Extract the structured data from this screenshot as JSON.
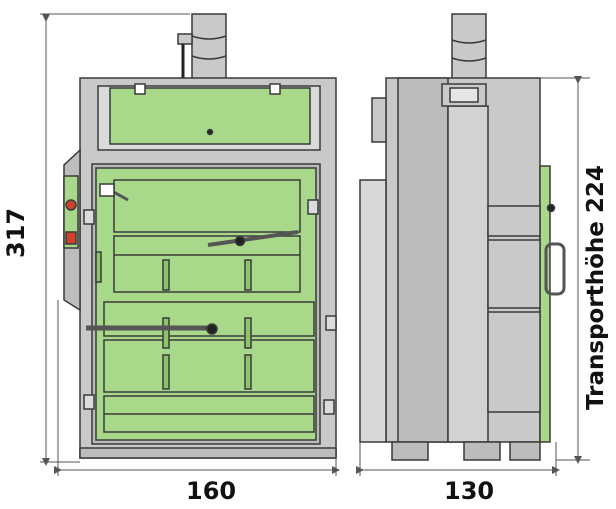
{
  "dimensions": {
    "overall_height": "317",
    "width": "160",
    "depth": "130",
    "transport_height": "Transporthöhe 224"
  },
  "colors": {
    "machine_green": "#a8d88a",
    "machine_green_dark": "#8cc46c",
    "frame_gray": "#c9c9c9",
    "frame_gray_dark": "#a9a9a9",
    "outline": "#3a3a3a",
    "panel_red": "#d0402b",
    "dimension_line": "#555555"
  }
}
